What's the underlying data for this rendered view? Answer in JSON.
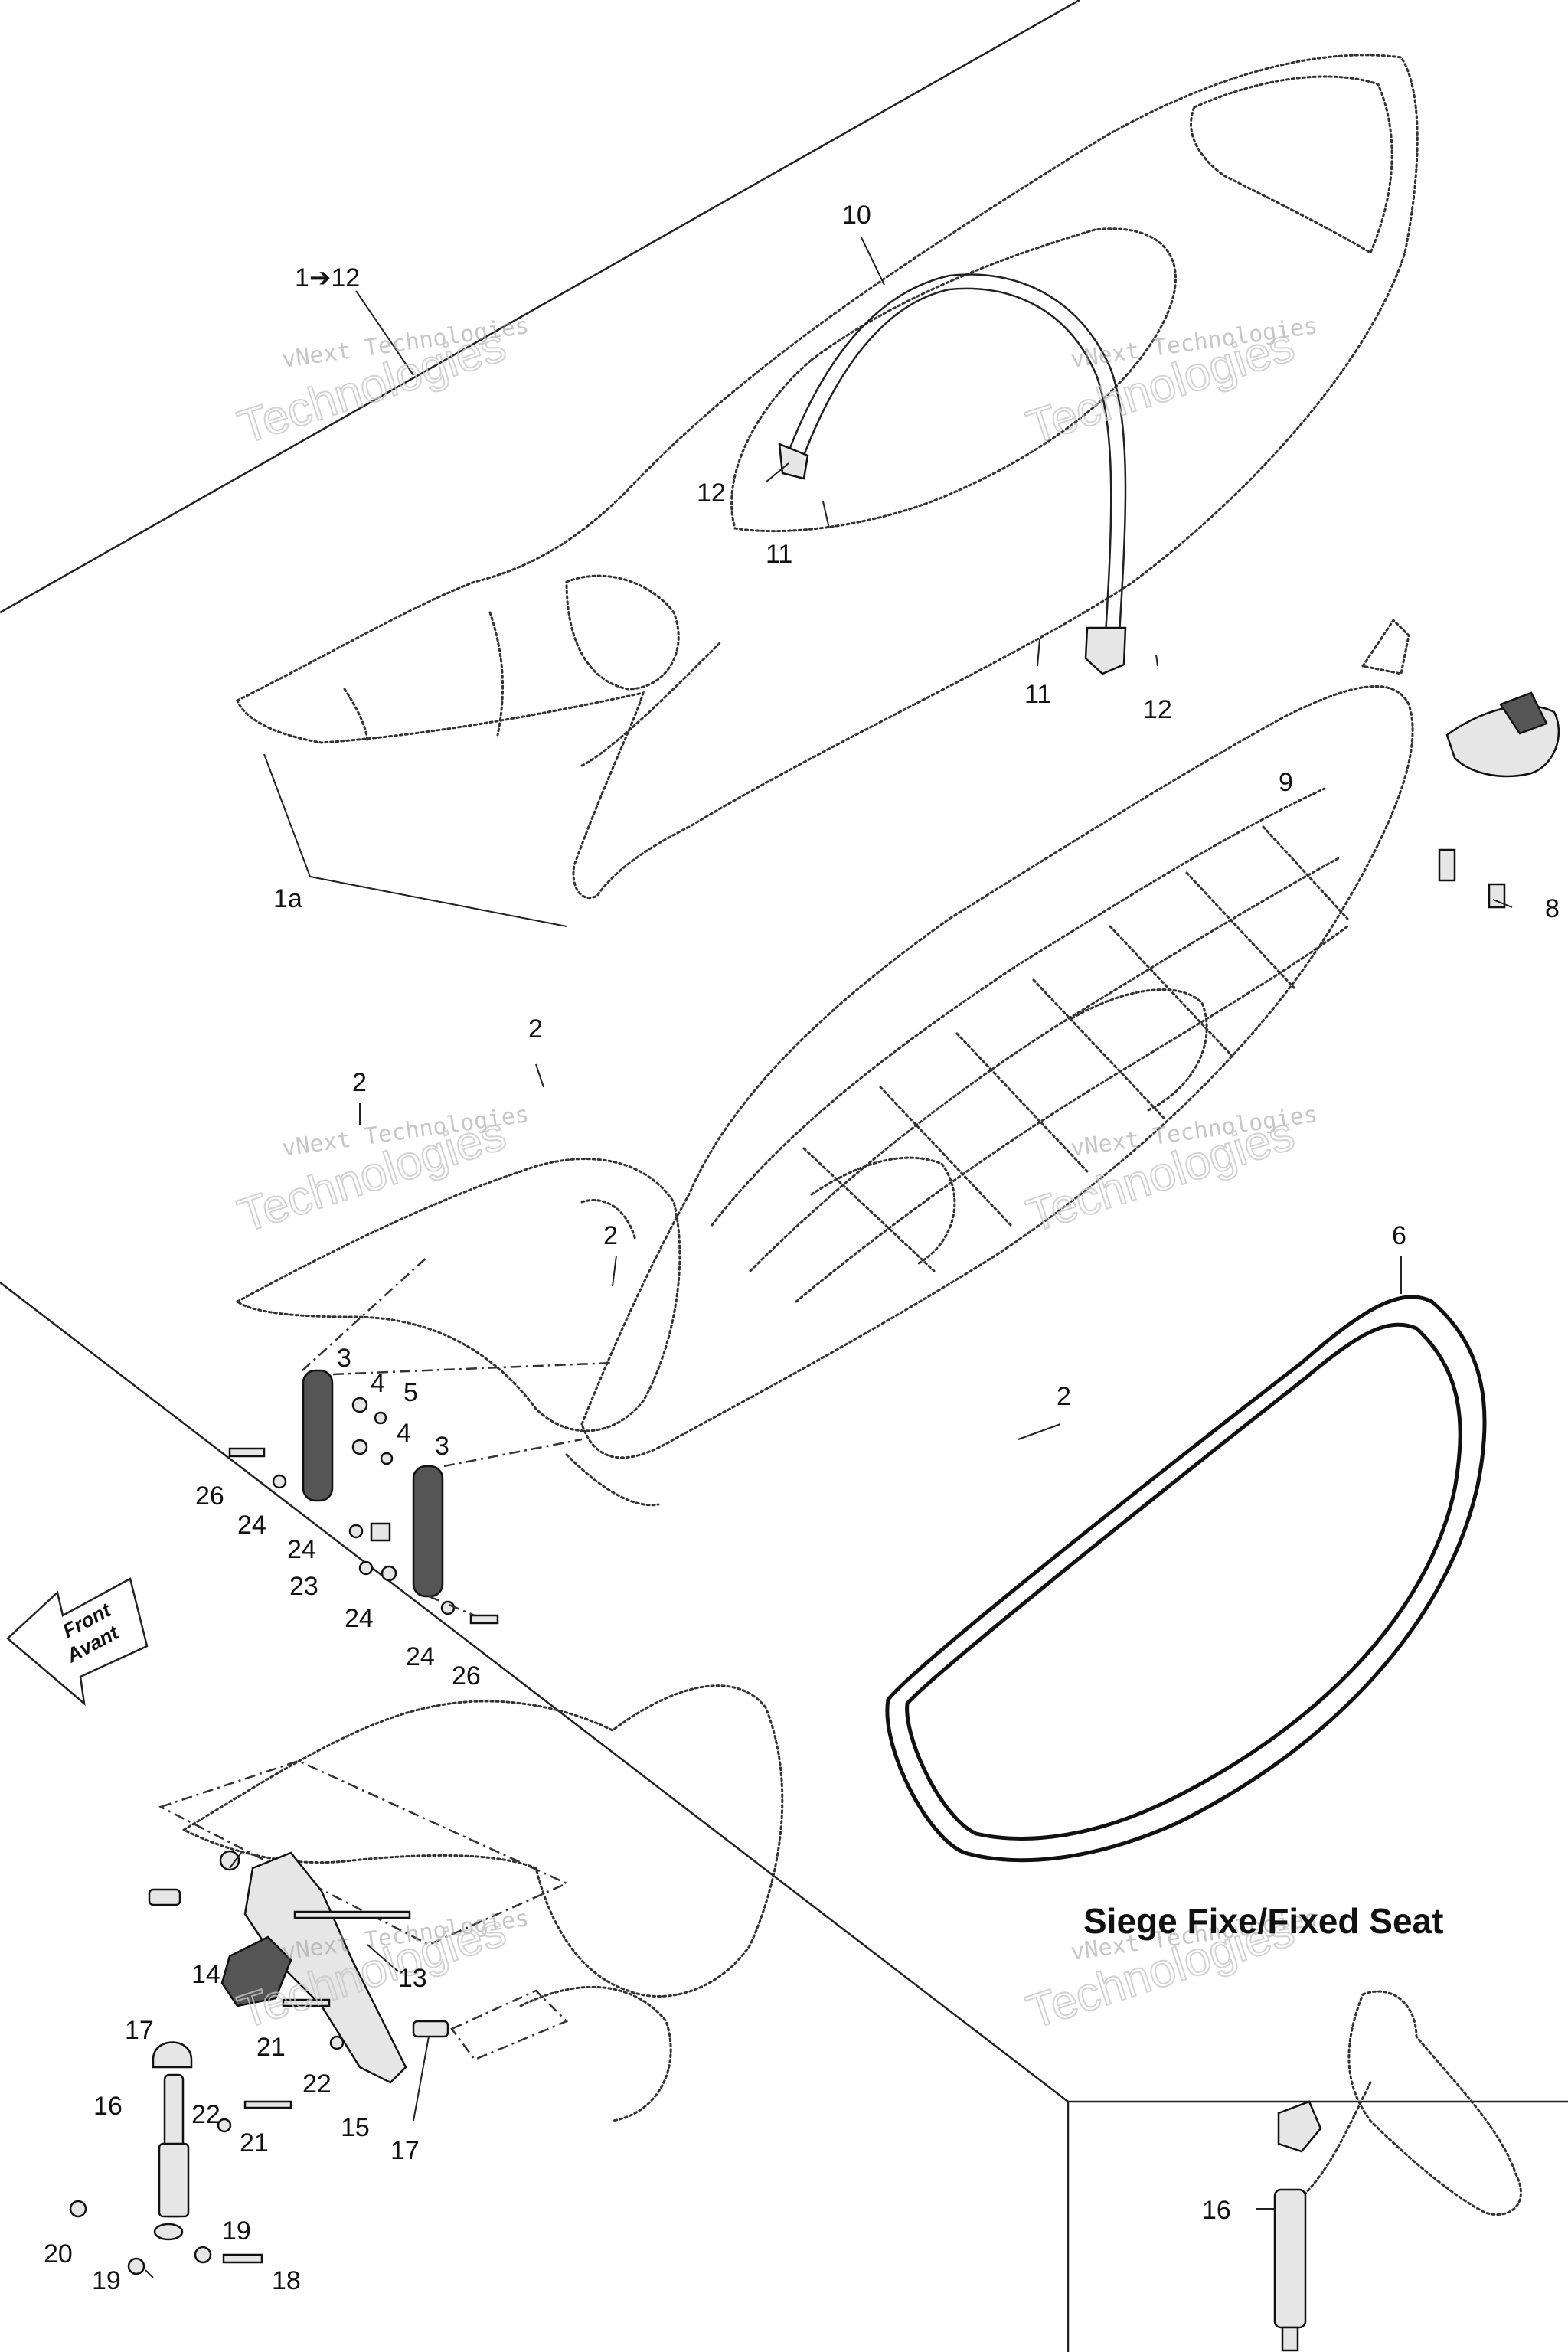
{
  "assembly_ref": "1➔12",
  "inset_title": "Siege Fixe/Fixed Seat",
  "front_arrow": {
    "line1": "Front",
    "line2": "Avant"
  },
  "watermark": {
    "line1": "vNext Technologies",
    "line2": "Technologies"
  },
  "callouts": {
    "c1a": "1a",
    "c2a": "2",
    "c2b": "2",
    "c2c": "2",
    "c2d": "2",
    "c3a": "3",
    "c3b": "3",
    "c4a": "4",
    "c4b": "4",
    "c5": "5",
    "c6": "6",
    "c8": "8",
    "c9": "9",
    "c10": "10",
    "c11a": "11",
    "c11b": "11",
    "c12a": "12",
    "c12b": "12",
    "c13": "13",
    "c14": "14",
    "c15": "15",
    "c16a": "16",
    "c16b": "16",
    "c17a": "17",
    "c17b": "17",
    "c18": "18",
    "c19a": "19",
    "c19b": "19",
    "c20": "20",
    "c21a": "21",
    "c21b": "21",
    "c22a": "22",
    "c22b": "22",
    "c23": "23",
    "c24a": "24",
    "c24b": "24",
    "c24c": "24",
    "c24d": "24",
    "c26a": "26",
    "c26b": "26"
  }
}
